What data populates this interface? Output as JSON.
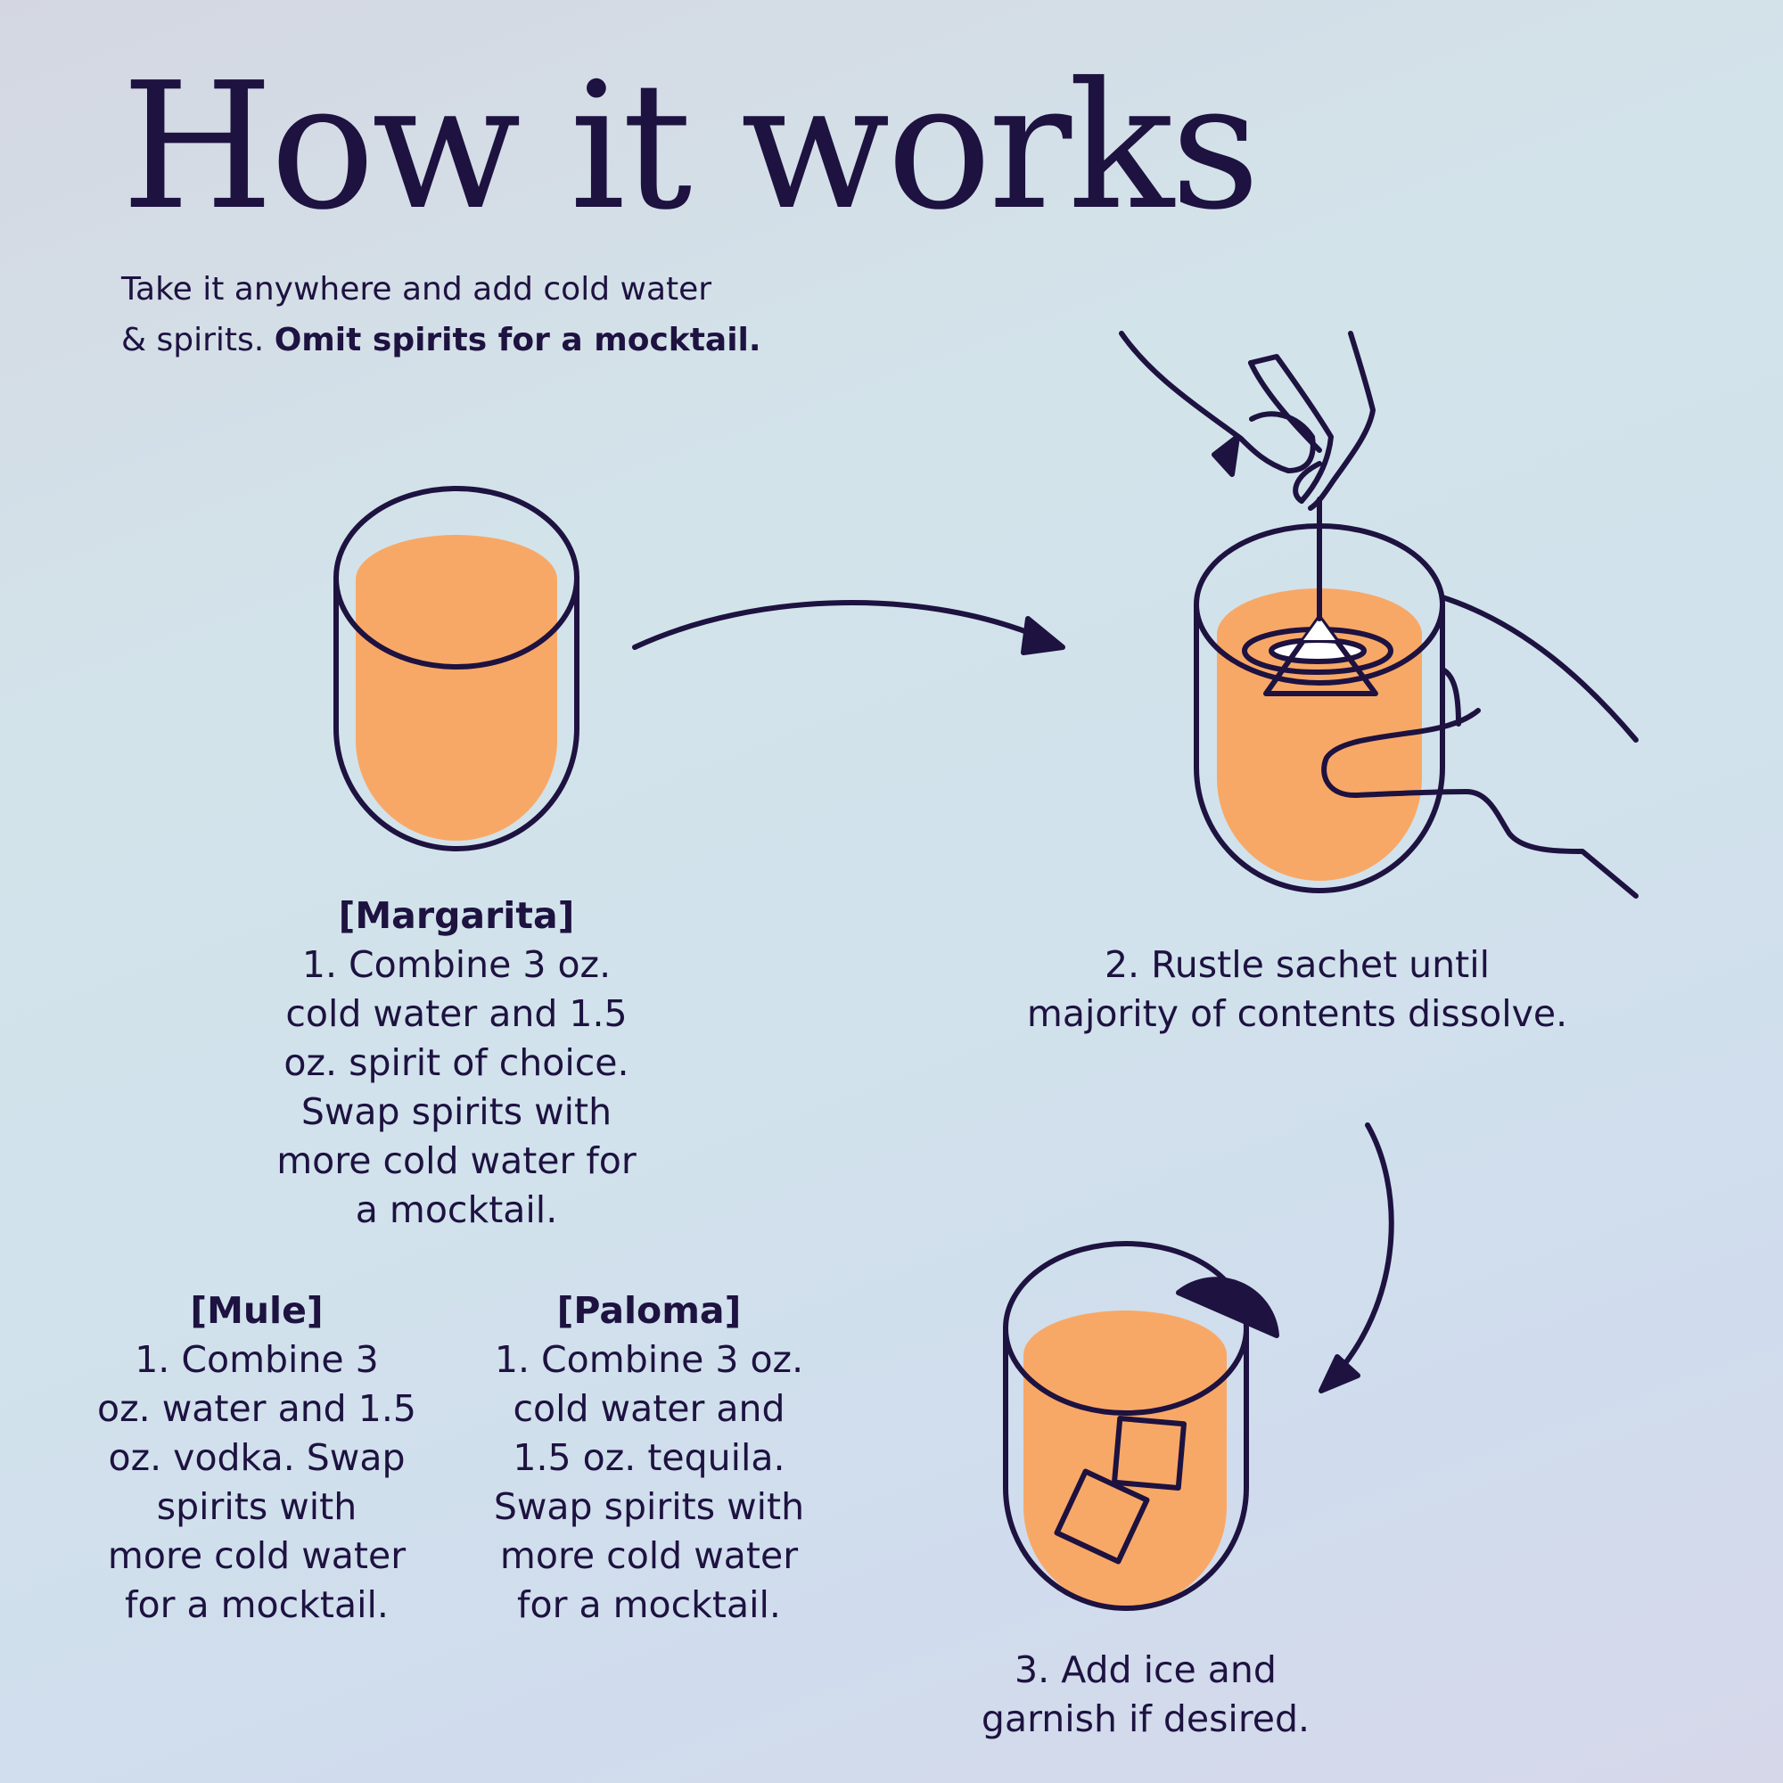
{
  "title": "How it works",
  "intro": {
    "line1": "Take it anywhere and add cold water",
    "line2_prefix": "& spirits. ",
    "line2_bold": "Omit spirits for a mocktail."
  },
  "margarita": {
    "heading": "[Margarita]",
    "lines": [
      "1.  Combine 3 oz.",
      "cold water and 1.5",
      "oz. spirit of choice.",
      "Swap spirits with",
      "more cold water for",
      "a mocktail."
    ]
  },
  "mule": {
    "heading": "[Mule]",
    "lines": [
      "1.  Combine 3",
      "oz. water and 1.5",
      "oz. vodka. Swap",
      "spirits with",
      "more cold water",
      "for a mocktail."
    ]
  },
  "paloma": {
    "heading": "[Paloma]",
    "lines": [
      "1.  Combine 3 oz.",
      "cold water and",
      "1.5 oz. tequila.",
      "Swap spirits with",
      "more cold water",
      "for a mocktail."
    ]
  },
  "step2": {
    "lines": [
      "2.  Rustle sachet until",
      "majority of contents dissolve."
    ]
  },
  "step3": {
    "lines": [
      "3.  Add ice and",
      "garnish if desired."
    ]
  },
  "colors": {
    "ink": "#1d1240",
    "liquid": "#f8a866",
    "background": "#d1e2ec"
  }
}
